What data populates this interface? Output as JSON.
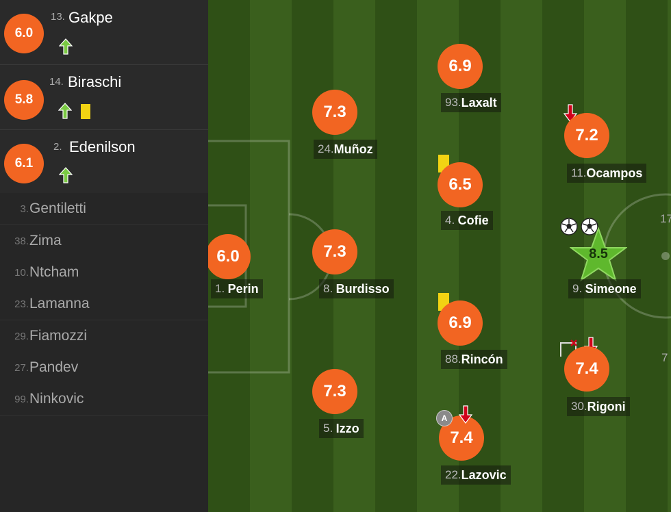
{
  "substitutes_in": [
    {
      "number": "13.",
      "name": "Gakpe",
      "rating": "6.0",
      "yellow_card": false
    },
    {
      "number": "14.",
      "name": "Biraschi",
      "rating": "5.8",
      "yellow_card": true
    },
    {
      "number": "2.",
      "name": "Edenilson",
      "rating": "6.1",
      "yellow_card": false
    }
  ],
  "bench": [
    {
      "number": "3.",
      "name": "Gentiletti"
    },
    {
      "number": "38.",
      "name": "Zima"
    },
    {
      "number": "10.",
      "name": "Ntcham"
    },
    {
      "number": "23.",
      "name": "Lamanna"
    },
    {
      "number": "29.",
      "name": "Fiamozzi"
    },
    {
      "number": "27.",
      "name": "Pandev"
    },
    {
      "number": "99.",
      "name": "Ninkovic"
    }
  ],
  "players": {
    "perin": {
      "number": "1.",
      "name": "Perin",
      "rating": "6.0"
    },
    "munoz": {
      "number": "24.",
      "name": "Muñoz",
      "rating": "7.3"
    },
    "burdisso": {
      "number": "8.",
      "name": "Burdisso",
      "rating": "7.3"
    },
    "izzo": {
      "number": "5.",
      "name": "Izzo",
      "rating": "7.3"
    },
    "laxalt": {
      "number": "93.",
      "name": "Laxalt",
      "rating": "6.9"
    },
    "cofie": {
      "number": "4.",
      "name": "Cofie",
      "rating": "6.5"
    },
    "rincon": {
      "number": "88.",
      "name": "Rincón",
      "rating": "6.9"
    },
    "lazovic": {
      "number": "22.",
      "name": "Lazovic",
      "rating": "7.4",
      "captain": "A"
    },
    "ocampos": {
      "number": "11.",
      "name": "Ocampos",
      "rating": "7.2"
    },
    "simeone": {
      "number": "9.",
      "name": "Simeone",
      "rating": "8.5"
    },
    "rigoni": {
      "number": "30.",
      "name": "Rigoni",
      "rating": "7.4"
    }
  },
  "edge_numbers": [
    "17",
    "7"
  ],
  "icons": {
    "sub_in": "arrow-up-icon",
    "sub_out": "arrow-down-icon",
    "yellow_card": "yellow-card-icon",
    "goal": "football-icon",
    "captain": "captain-badge-icon",
    "man_of_match": "star-icon"
  },
  "colors": {
    "rating_badge": "#f26522",
    "sub_in_arrow": "#7ac943",
    "sub_out_arrow": "#d0021b",
    "yellow_card": "#f2d313",
    "star": "#5fb82d"
  }
}
